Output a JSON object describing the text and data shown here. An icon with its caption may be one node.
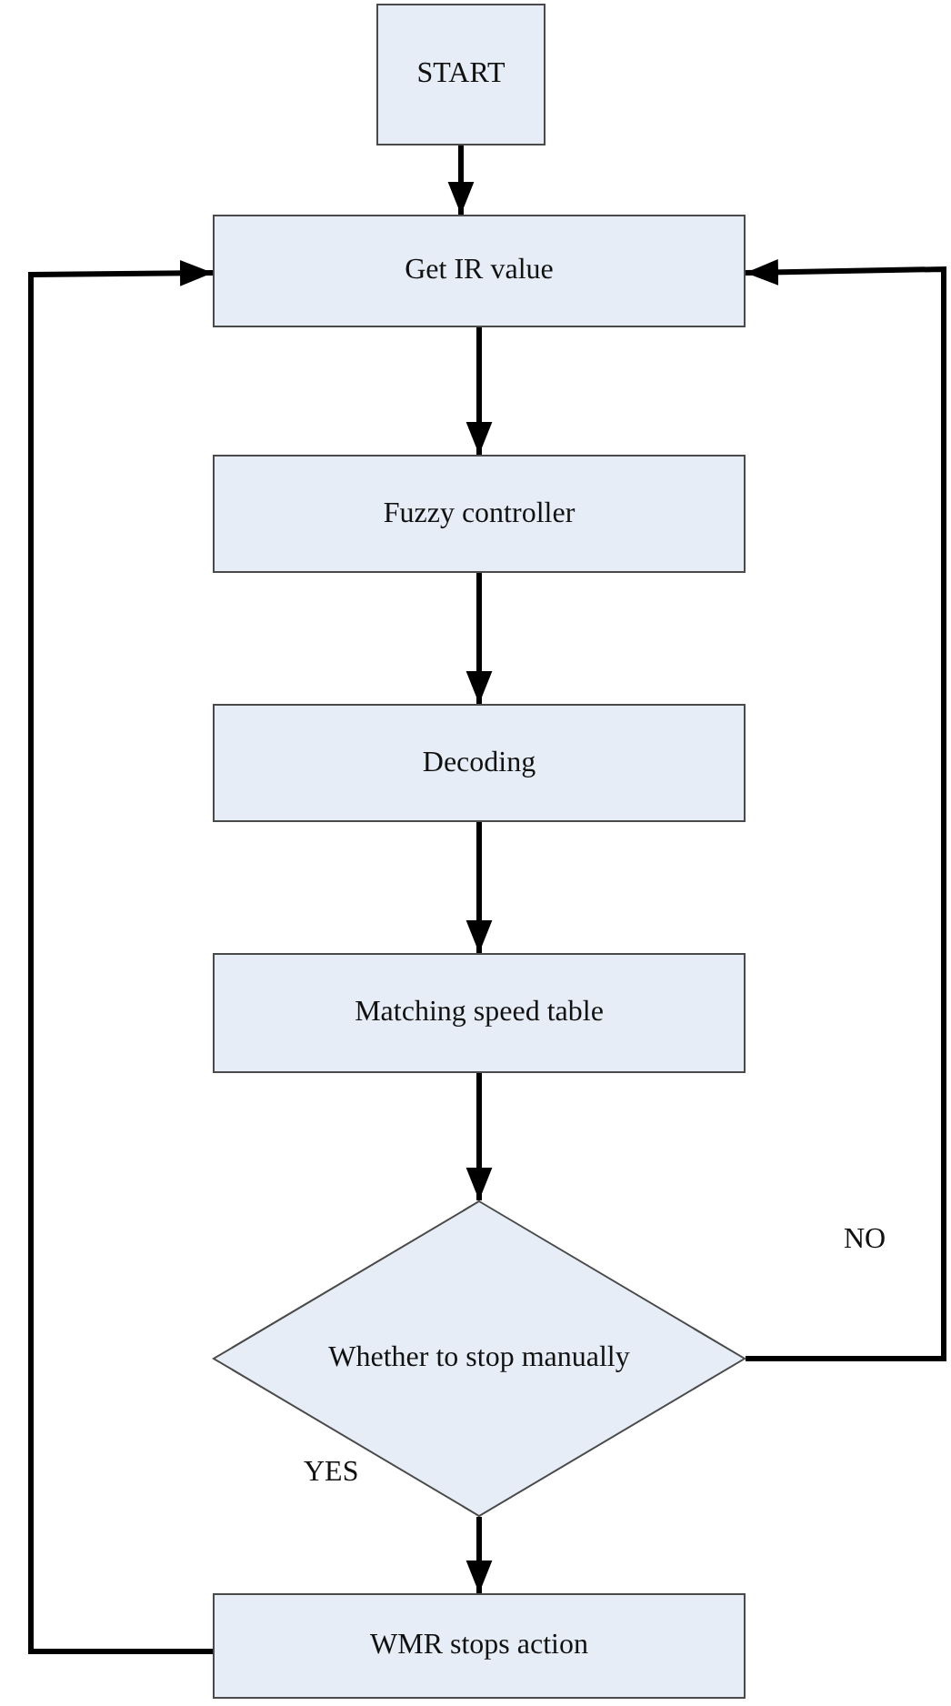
{
  "diagram": {
    "nodes": [
      {
        "text": [
          "START"
        ]
      },
      {
        "text": [
          "Get IR value"
        ]
      },
      {
        "text": [
          "Fuzzy controller"
        ]
      },
      {
        "text": [
          "Decoding"
        ]
      },
      {
        "text": [
          "Matching speed table"
        ]
      },
      {
        "text": [
          "Whether to stop manually"
        ]
      },
      {
        "text": [
          "WMR stops action"
        ]
      }
    ],
    "edges": [
      {
        "from": 0,
        "to": 1,
        "arrow": "to"
      },
      {
        "from": 1,
        "to": 2,
        "arrow": "to"
      },
      {
        "from": 2,
        "to": 3,
        "arrow": "to"
      },
      {
        "from": 3,
        "to": 4,
        "arrow": "to"
      },
      {
        "from": 4,
        "to": 5,
        "arrow": "to"
      },
      {
        "from": 5,
        "to": 6,
        "arrow": "to",
        "label": "YES"
      },
      {
        "from": 5,
        "to": 1,
        "arrow": "to",
        "label": "NO"
      },
      {
        "from": 6,
        "to": 1,
        "arrow": "to"
      }
    ]
  }
}
